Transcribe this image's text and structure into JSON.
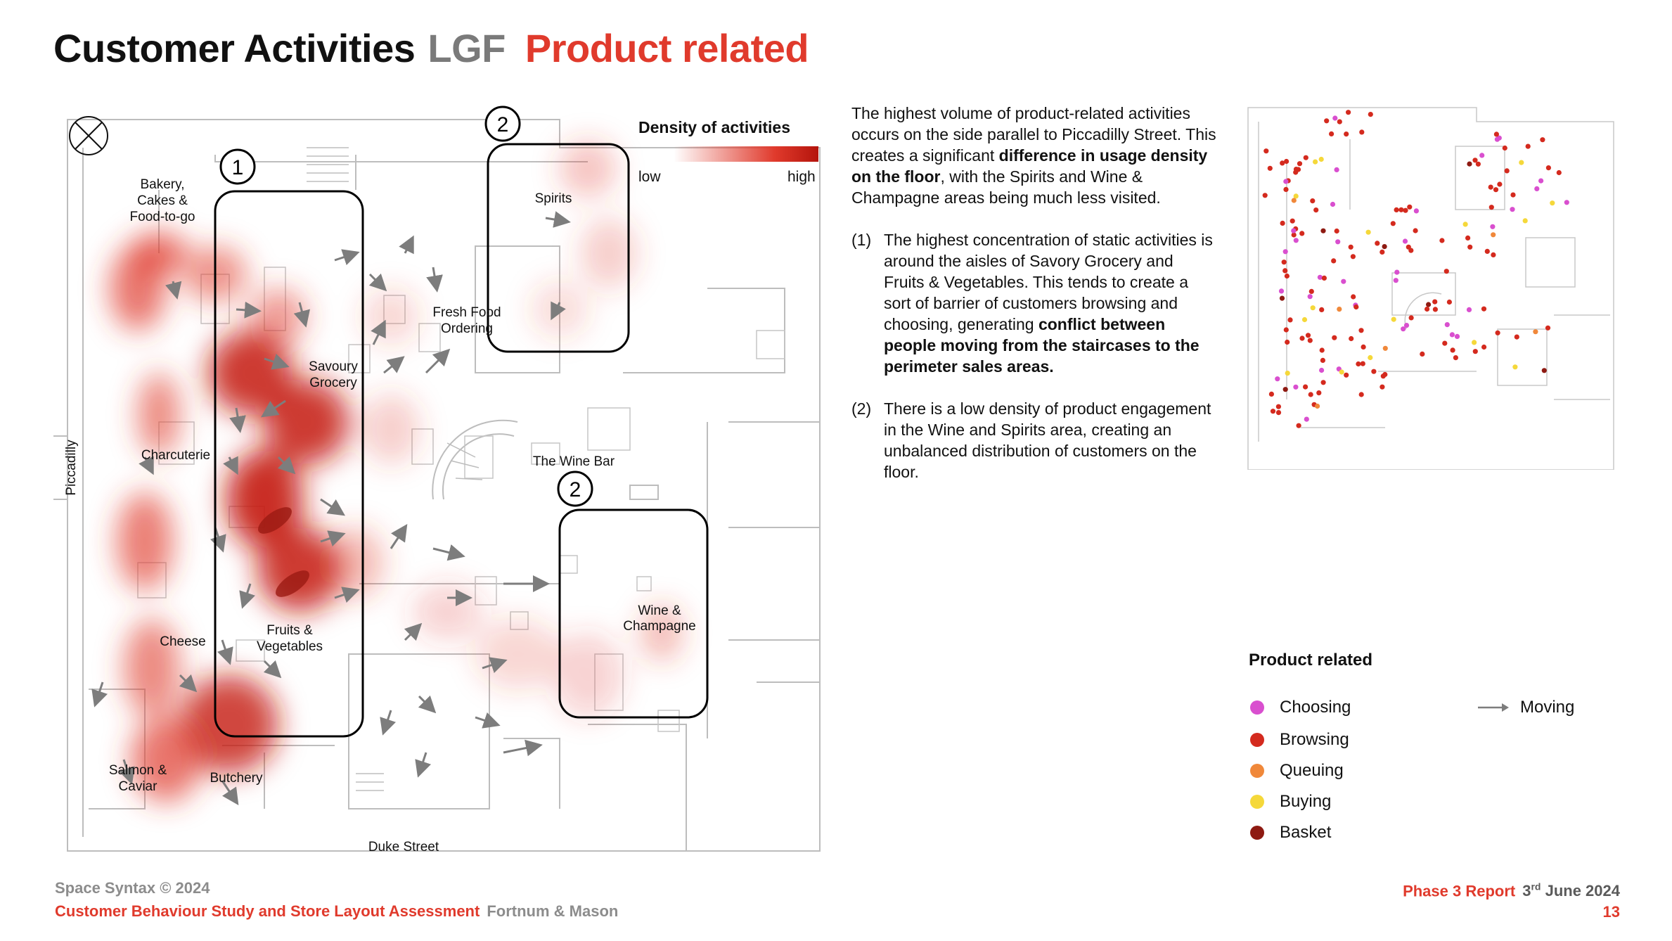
{
  "title": {
    "main": "Customer Activities",
    "floor": "LGF",
    "topic": "Product related"
  },
  "density_legend": {
    "title": "Density of activities",
    "low": "low",
    "high": "high",
    "color": "#e03a2c"
  },
  "plan": {
    "areas": {
      "bakery": [
        "Bakery,",
        "Cakes &",
        "Food-to-go"
      ],
      "spirits": "Spirits",
      "fresh_food": [
        "Fresh Food",
        "Ordering"
      ],
      "savoury": [
        "Savoury",
        "Grocery"
      ],
      "charcuterie": "Charcuterie",
      "piccadilly": "Piccadilly",
      "wine_bar": "The Wine Bar",
      "wine": [
        "Wine &",
        "Champagne"
      ],
      "cheese": "Cheese",
      "fruits": [
        "Fruits &",
        "Vegetables"
      ],
      "salmon": [
        "Salmon &",
        "Caviar"
      ],
      "butchery": "Butchery",
      "duke": "Duke Street"
    },
    "callouts": {
      "one": "1",
      "two_a": "2",
      "two_b": "2"
    }
  },
  "description": {
    "intro_1": "The highest volume of product-related activities occurs on the side parallel to Piccadilly Street. This creates a significant ",
    "intro_bold": "difference in usage density on the floor",
    "intro_2": ", with the Spirits and Wine & Champagne areas being much less visited.",
    "item1_num": "(1)",
    "item1_text": "The highest concentration of static activities is around the aisles of Savory Grocery and Fruits & Vegetables. This tends to create a sort of barrier of customers browsing and choosing, generating ",
    "item1_bold": "conflict between people moving from the staircases to the perimeter sales areas.",
    "item2_num": "(2)",
    "item2_text": "There is a low density of product engagement in the Wine and Spirits area, creating an unbalanced distribution of customers on the floor."
  },
  "legend": {
    "title": "Product related",
    "items": [
      {
        "label": "Choosing",
        "color": "#d94fcf"
      },
      {
        "label": "Browsing",
        "color": "#d42a1e"
      },
      {
        "label": "Queuing",
        "color": "#f0883a"
      },
      {
        "label": "Buying",
        "color": "#f5d83a"
      },
      {
        "label": "Basket",
        "color": "#8e1a12"
      }
    ],
    "moving": "Moving"
  },
  "footer": {
    "copyright": "Space Syntax © 2024",
    "study": "Customer Behaviour Study and Store Layout Assessment",
    "client": "Fortnum & Mason",
    "report": "Phase 3 Report",
    "date_day": "3",
    "date_suffix": "rd",
    "date_rest": " June 2024",
    "page": "13"
  }
}
